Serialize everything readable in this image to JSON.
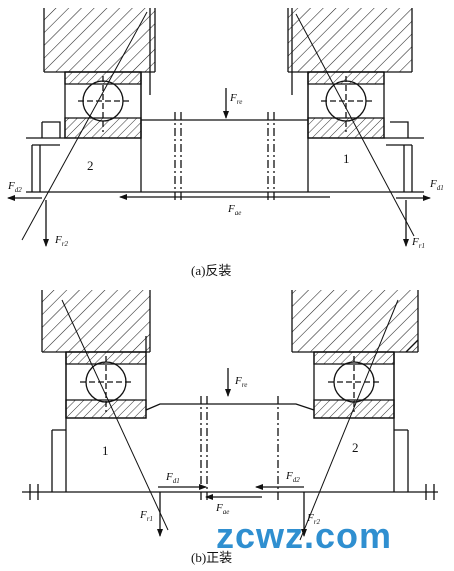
{
  "panel_a": {
    "caption": "(a)反装",
    "bearing_left": "2",
    "bearing_right": "1",
    "fre": {
      "main": "F",
      "sub": "re"
    },
    "fae": {
      "main": "F",
      "sub": "ae"
    },
    "fd1": {
      "main": "F",
      "sub": "d1"
    },
    "fd2": {
      "main": "F",
      "sub": "d2"
    },
    "fr1": {
      "main": "F",
      "sub": "r1"
    },
    "fr2": {
      "main": "F",
      "sub": "r2"
    }
  },
  "panel_b": {
    "caption": "(b)正装",
    "bearing_left": "1",
    "bearing_right": "2",
    "fre": {
      "main": "F",
      "sub": "re"
    },
    "fae": {
      "main": "F",
      "sub": "ae"
    },
    "fd1": {
      "main": "F",
      "sub": "d1"
    },
    "fd2": {
      "main": "F",
      "sub": "d2"
    },
    "fr1": {
      "main": "F",
      "sub": "r1"
    },
    "fr2": {
      "main": "F",
      "sub": "r2"
    }
  },
  "watermark": {
    "text": "zcwz.com",
    "color": "#2f8fd0"
  },
  "colors": {
    "ink": "#111111",
    "background": "#ffffff"
  }
}
